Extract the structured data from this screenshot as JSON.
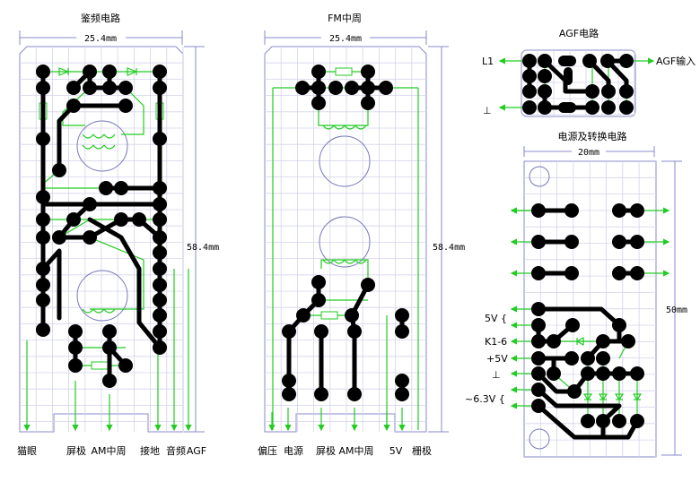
{
  "boards": {
    "discriminator": {
      "title": "鉴频电路",
      "width_label": "25.4mm",
      "height_label": "58.4mm",
      "pins": [
        "猫眼",
        "屏极",
        "AM中周",
        "接地",
        "音频",
        "AGF"
      ]
    },
    "fm_if": {
      "title": "FM中周",
      "width_label": "25.4mm",
      "height_label": "58.4mm",
      "pins": [
        "偏压",
        "电源",
        "屏极",
        "AM中周",
        "5V",
        "栅极"
      ]
    },
    "agf": {
      "title": "AGF电路",
      "left_top": "L1",
      "left_bottom": "⊥",
      "right": "AGF输入"
    },
    "power": {
      "title": "电源及转换电路",
      "width_label": "20mm",
      "height_label": "50mm",
      "labels": [
        "5V {",
        "K1-6",
        "+5V",
        "⊥",
        "~6.3V {"
      ]
    }
  },
  "colors": {
    "trace": "#000000",
    "wire": "#22cc22",
    "outline": "#8888cc",
    "grid": "#d4d4ea"
  }
}
